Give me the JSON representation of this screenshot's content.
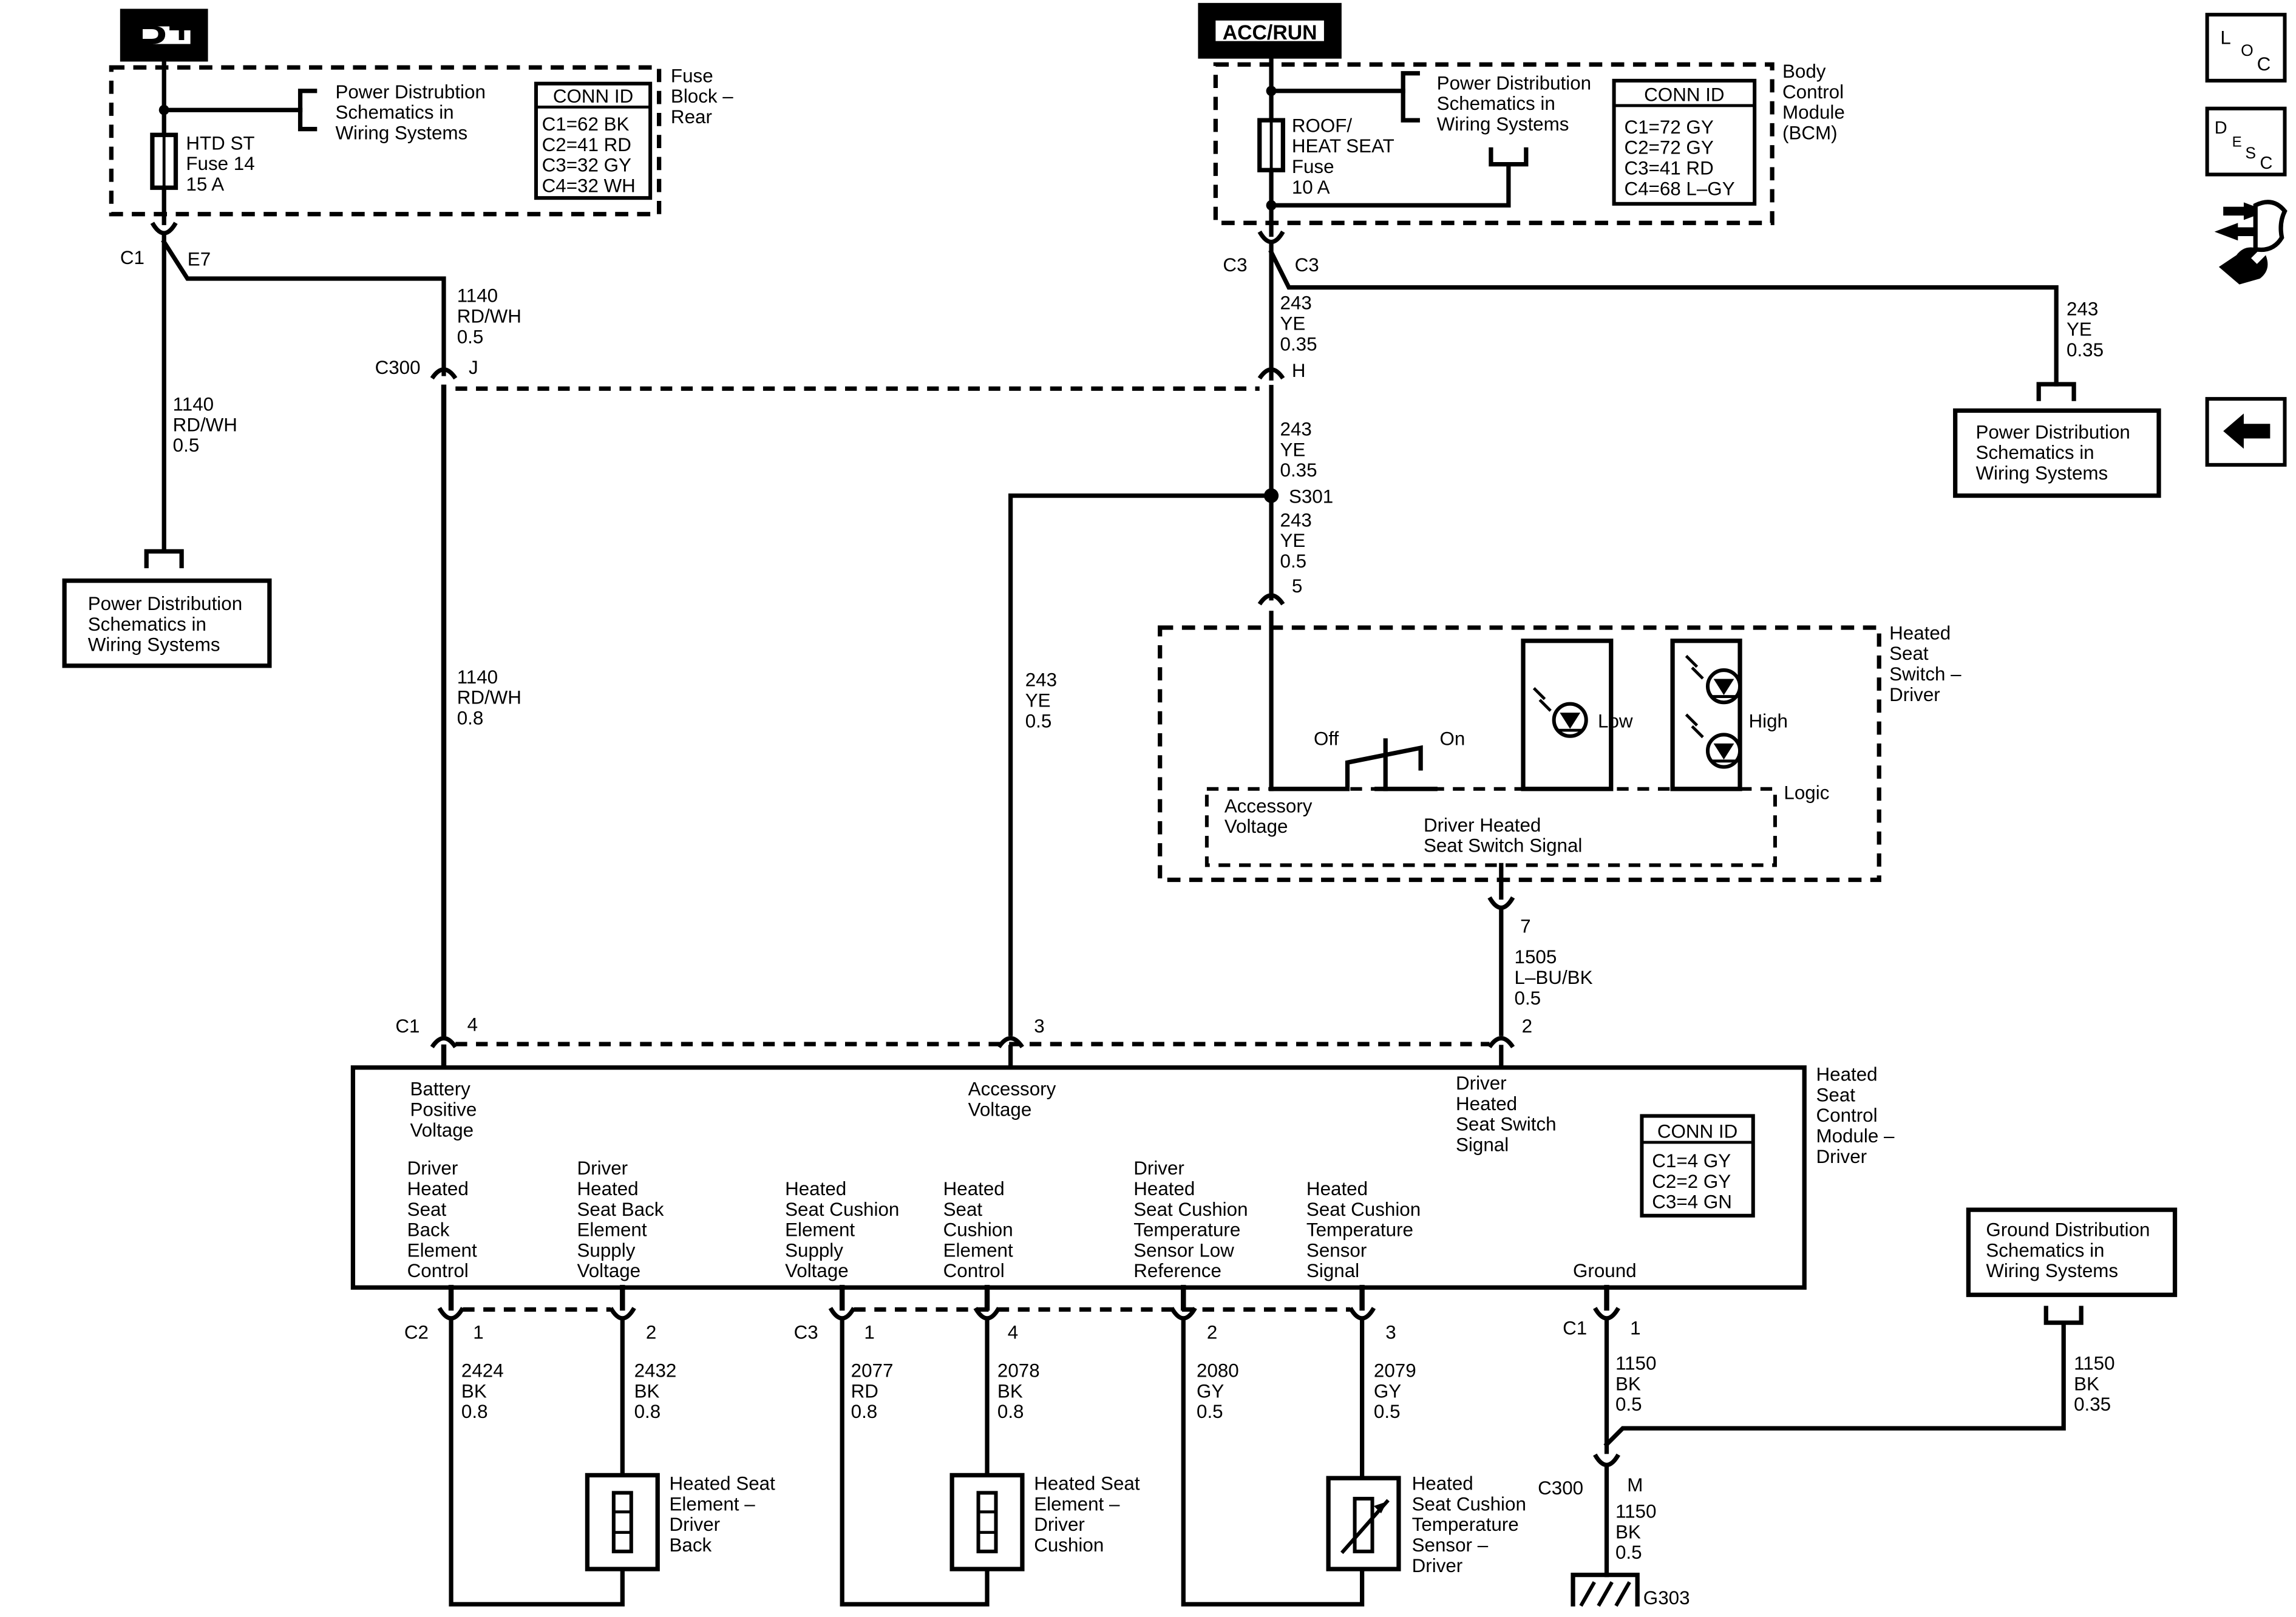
{
  "sources": {
    "bplus": "B+",
    "accrun": "ACC/RUN"
  },
  "fuse_block": {
    "name": [
      "Fuse",
      "Block –",
      "Rear"
    ],
    "fuse": [
      "HTD ST",
      "Fuse 14",
      "15 A"
    ],
    "pds": [
      "Power Distrubtion",
      "Schematics in",
      "Wiring Systems"
    ],
    "conn_title": "CONN ID",
    "conn": [
      "C1=62 BK",
      "C2=41 RD",
      "C3=32 GY",
      "C4=32 WH"
    ]
  },
  "bcm": {
    "name": [
      "Body",
      "Control",
      "Module",
      "(BCM)"
    ],
    "fuse": [
      "ROOF/",
      "HEAT SEAT",
      "Fuse",
      "10 A"
    ],
    "pds": [
      "Power Distribution",
      "Schematics in",
      "Wiring Systems"
    ],
    "conn_title": "CONN ID",
    "conn": [
      "C1=72 GY",
      "C2=72 GY",
      "C3=41 RD",
      "C4=68 L–GY"
    ]
  },
  "pds_left": [
    "Power Distribution",
    "Schematics in",
    "Wiring Systems"
  ],
  "pds_right": [
    "Power Distribution",
    "Schematics in",
    "Wiring Systems"
  ],
  "gds": [
    "Ground Distribution",
    "Schematics in",
    "Wiring Systems"
  ],
  "connectors": {
    "c1_fuse": "C1",
    "e7": "E7",
    "c3_left": "C3",
    "c3_right": "C3",
    "c300_left": "C300",
    "j": "J",
    "h": "H",
    "s301": "S301",
    "pin5": "5",
    "pin7": "7",
    "c1_mod": "C1",
    "m4": "4",
    "m3": "3",
    "m2": "2",
    "c2": "C2",
    "c2p1": "1",
    "c2p2": "2",
    "c3": "C3",
    "c3p1": "1",
    "c3p4": "4",
    "c3p2": "2",
    "c3p3": "3",
    "c1_gnd": "C1",
    "gp1": "1",
    "c300_gnd": "C300",
    "m": "M",
    "g303": "G303"
  },
  "wires": {
    "w1140a": [
      "1140",
      "RD/WH",
      "0.5"
    ],
    "w1140b": [
      "1140",
      "RD/WH",
      "0.5"
    ],
    "w1140c": [
      "1140",
      "RD/WH",
      "0.8"
    ],
    "w243a": [
      "243",
      "YE",
      "0.35"
    ],
    "w243b": [
      "243",
      "YE",
      "0.35"
    ],
    "w243c": [
      "243",
      "YE",
      "0.35"
    ],
    "w243d": [
      "243",
      "YE",
      "0.5"
    ],
    "w243e": [
      "243",
      "YE",
      "0.5"
    ],
    "w1505": [
      "1505",
      "L–BU/BK",
      "0.5"
    ],
    "w2424": [
      "2424",
      "BK",
      "0.8"
    ],
    "w2432": [
      "2432",
      "BK",
      "0.8"
    ],
    "w2077": [
      "2077",
      "RD",
      "0.8"
    ],
    "w2078": [
      "2078",
      "BK",
      "0.8"
    ],
    "w2080": [
      "2080",
      "GY",
      "0.5"
    ],
    "w2079": [
      "2079",
      "GY",
      "0.5"
    ],
    "w1150a": [
      "1150",
      "BK",
      "0.5"
    ],
    "w1150b": [
      "1150",
      "BK",
      "0.35"
    ],
    "w1150c": [
      "1150",
      "BK",
      "0.5"
    ]
  },
  "switch": {
    "name": [
      "Heated",
      "Seat",
      "Switch –",
      "Driver"
    ],
    "off": "Off",
    "on": "On",
    "low": "Low",
    "high": "High",
    "logic": "Logic",
    "acc": [
      "Accessory",
      "Voltage"
    ],
    "signal": [
      "Driver Heated",
      "Seat Switch Signal"
    ]
  },
  "module": {
    "name": [
      "Heated",
      "Seat",
      "Control",
      "Module –",
      "Driver"
    ],
    "battery": [
      "Battery",
      "Positive",
      "Voltage"
    ],
    "accessory": [
      "Accessory",
      "Voltage"
    ],
    "switch_signal": [
      "Driver",
      "Heated",
      "Seat Switch",
      "Signal"
    ],
    "conn_title": "CONN ID",
    "conn": [
      "C1=4 GY",
      "C2=2 GY",
      "C3=4 GN"
    ],
    "back_control": [
      "Driver",
      "Heated",
      "Seat",
      "Back",
      "Element",
      "Control"
    ],
    "back_supply": [
      "Driver",
      "Heated",
      "Seat Back",
      "Element",
      "Supply",
      "Voltage"
    ],
    "cush_supply": [
      "Heated",
      "Seat Cushion",
      "Element",
      "Supply",
      "Voltage"
    ],
    "cush_control": [
      "Heated",
      "Seat",
      "Cushion",
      "Element",
      "Control"
    ],
    "temp_low": [
      "Driver",
      "Heated",
      "Seat Cushion",
      "Temperature",
      "Sensor Low",
      "Reference"
    ],
    "temp_signal": [
      "Heated",
      "Seat Cushion",
      "Temperature",
      "Sensor",
      "Signal"
    ],
    "ground": "Ground"
  },
  "loads": {
    "back": [
      "Heated Seat",
      "Element –",
      "Driver",
      "Back"
    ],
    "cushion": [
      "Heated Seat",
      "Element –",
      "Driver",
      "Cushion"
    ],
    "sensor": [
      "Heated",
      "Seat Cushion",
      "Temperature",
      "Sensor –",
      "Driver"
    ]
  },
  "nav": {
    "loc": [
      "L",
      "O",
      "C"
    ],
    "desc": [
      "D",
      "E",
      "S",
      "C"
    ]
  }
}
